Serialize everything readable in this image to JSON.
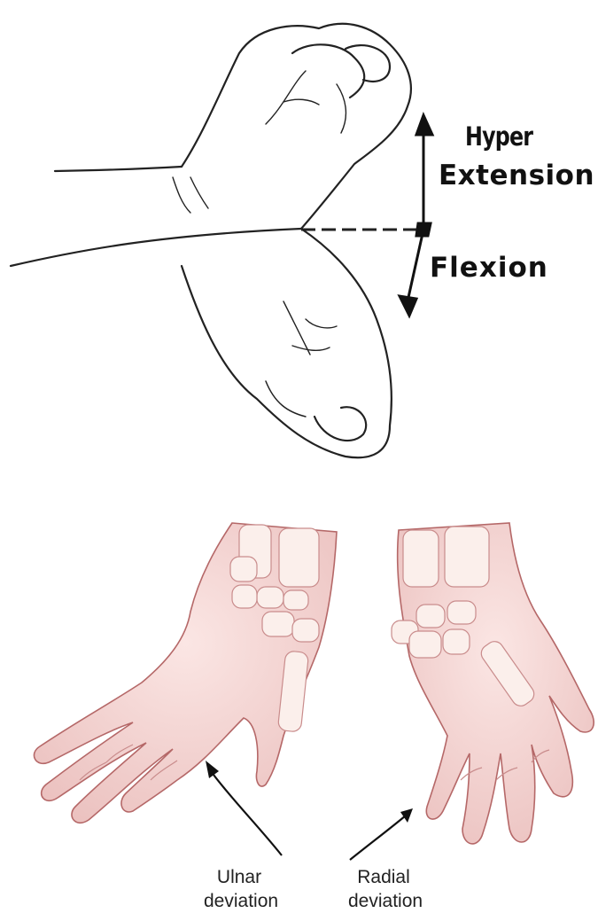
{
  "top_diagram": {
    "labels": {
      "hyper": "Hyper",
      "extension": "Extension",
      "flexion": "Flexion"
    }
  },
  "bottom_diagram": {
    "labels": {
      "ulnar_line1": "Ulnar",
      "ulnar_line2": "deviation",
      "radial_line1": "Radial",
      "radial_line2": "deviation"
    },
    "colors": {
      "skin": "#f2d2d0",
      "outline": "#b86a6a",
      "bone": "#fbeeea"
    }
  }
}
